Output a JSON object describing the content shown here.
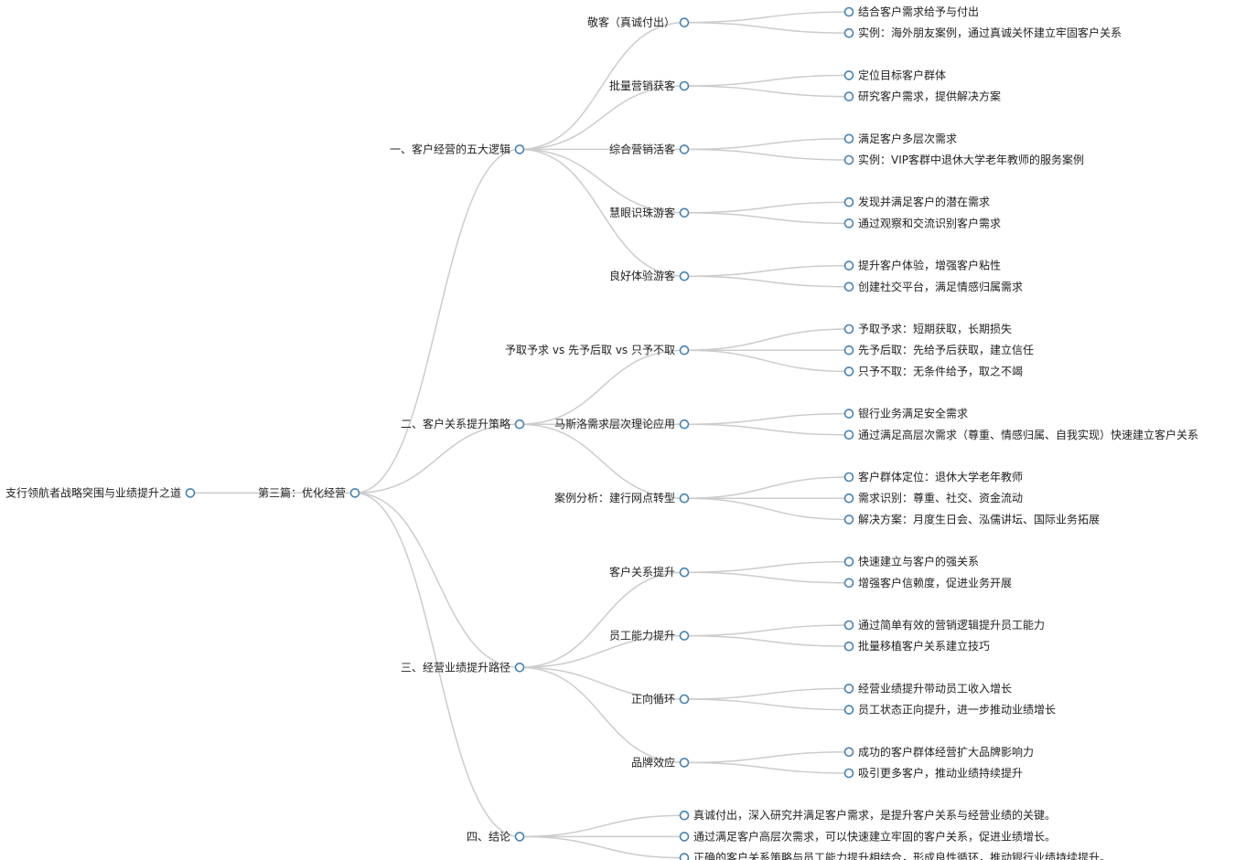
{
  "tree": {
    "label": "支行领航者战略突围与业绩提升之道",
    "children": [
      {
        "label": "第三篇：优化经营",
        "children": [
          {
            "label": "一、客户经营的五大逻辑",
            "children": [
              {
                "label": "敬客（真诚付出）",
                "children": [
                  {
                    "label": "结合客户需求给予与付出"
                  },
                  {
                    "label": "实例：海外朋友案例，通过真诚关怀建立牢固客户关系"
                  }
                ]
              },
              {
                "label": "批量营销获客",
                "children": [
                  {
                    "label": "定位目标客户群体"
                  },
                  {
                    "label": "研究客户需求，提供解决方案"
                  }
                ]
              },
              {
                "label": "综合营销活客",
                "children": [
                  {
                    "label": "满足客户多层次需求"
                  },
                  {
                    "label": "实例：VIP客群中退休大学老年教师的服务案例"
                  }
                ]
              },
              {
                "label": "慧眼识珠游客",
                "children": [
                  {
                    "label": "发现并满足客户的潜在需求"
                  },
                  {
                    "label": "通过观察和交流识别客户需求"
                  }
                ]
              },
              {
                "label": "良好体验游客",
                "children": [
                  {
                    "label": "提升客户体验，增强客户粘性"
                  },
                  {
                    "label": "创建社交平台，满足情感归属需求"
                  }
                ]
              }
            ]
          },
          {
            "label": "二、客户关系提升策略",
            "children": [
              {
                "label": "予取予求 vs 先予后取 vs 只予不取",
                "children": [
                  {
                    "label": "予取予求：短期获取，长期损失"
                  },
                  {
                    "label": "先予后取：先给予后获取，建立信任"
                  },
                  {
                    "label": "只予不取：无条件给予，取之不竭"
                  }
                ]
              },
              {
                "label": "马斯洛需求层次理论应用",
                "children": [
                  {
                    "label": "银行业务满足安全需求"
                  },
                  {
                    "label": "通过满足高层次需求（尊重、情感归属、自我实现）快速建立客户关系"
                  }
                ]
              },
              {
                "label": "案例分析：建行网点转型",
                "children": [
                  {
                    "label": "客户群体定位：退休大学老年教师"
                  },
                  {
                    "label": "需求识别：尊重、社交、资金流动"
                  },
                  {
                    "label": "解决方案：月度生日会、泓儒讲坛、国际业务拓展"
                  }
                ]
              }
            ]
          },
          {
            "label": "三、经营业绩提升路径",
            "children": [
              {
                "label": "客户关系提升",
                "children": [
                  {
                    "label": "快速建立与客户的强关系"
                  },
                  {
                    "label": "增强客户信赖度，促进业务开展"
                  }
                ]
              },
              {
                "label": "员工能力提升",
                "children": [
                  {
                    "label": "通过简单有效的营销逻辑提升员工能力"
                  },
                  {
                    "label": "批量移植客户关系建立技巧"
                  }
                ]
              },
              {
                "label": "正向循环",
                "children": [
                  {
                    "label": "经营业绩提升带动员工收入增长"
                  },
                  {
                    "label": "员工状态正向提升，进一步推动业绩增长"
                  }
                ]
              },
              {
                "label": "品牌效应",
                "children": [
                  {
                    "label": "成功的客户群体经营扩大品牌影响力"
                  },
                  {
                    "label": "吸引更多客户，推动业绩持续提升"
                  }
                ]
              }
            ]
          },
          {
            "label": "四、结论",
            "children": [
              {
                "label": "真诚付出，深入研究并满足客户需求，是提升客户关系与经营业绩的关键。"
              },
              {
                "label": "通过满足客户高层次需求，可以快速建立牢固的客户关系，促进业绩增长。"
              },
              {
                "label": "正确的客户关系策略与员工能力提升相结合，形成良性循环，推动银行业绩持续提升。"
              }
            ]
          }
        ]
      }
    ]
  }
}
